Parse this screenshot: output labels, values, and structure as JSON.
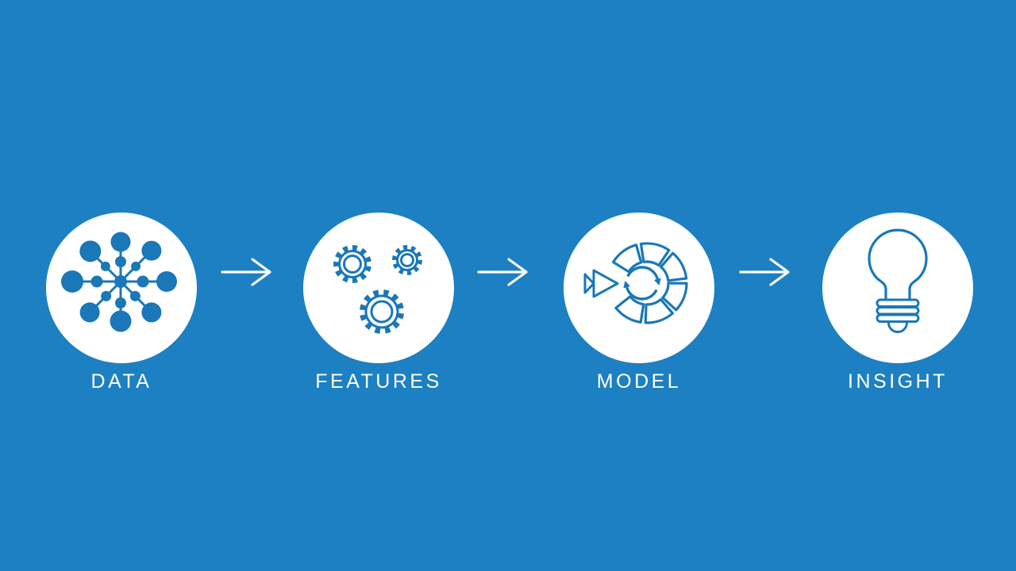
{
  "slide": {
    "type": "process-flow-diagram",
    "background_color": "#1C80C3",
    "icon_color": "#1A77B8",
    "circle_color": "#FFFFFF",
    "label_color": "#FFFFFF",
    "arrow_color": "#FFFFFF",
    "steps": [
      {
        "label": "DATA",
        "icon": "network-nodes-icon"
      },
      {
        "label": "FEATURES",
        "icon": "gears-icon"
      },
      {
        "label": "MODEL",
        "icon": "segmented-cycle-icon"
      },
      {
        "label": "INSIGHT",
        "icon": "lightbulb-icon"
      }
    ],
    "connectors": [
      {
        "icon": "right-arrow-icon"
      },
      {
        "icon": "right-arrow-icon"
      },
      {
        "icon": "right-arrow-icon"
      }
    ]
  }
}
